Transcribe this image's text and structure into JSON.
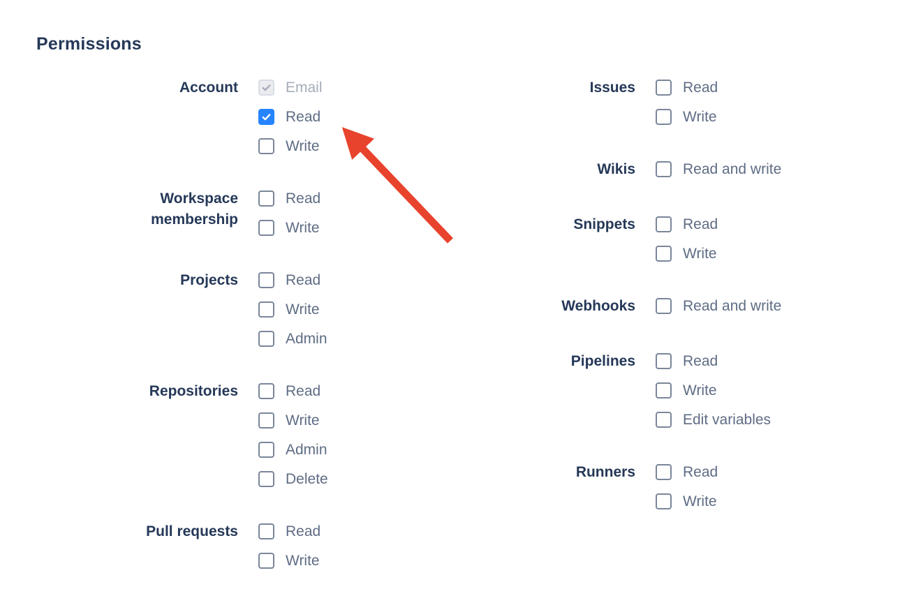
{
  "page": {
    "title": "Permissions"
  },
  "colors": {
    "heading": "#253858",
    "group_label": "#253858",
    "option_label": "#5e6c84",
    "disabled_label": "#a5adba",
    "checkbox_border": "#7a869a",
    "checkbox_checked": "#2684ff",
    "checkbox_disabled_bg": "#ebecf0",
    "arrow": "#e8432d"
  },
  "columns": [
    {
      "groups": [
        {
          "label": "Account",
          "options": [
            {
              "label": "Email",
              "state": "disabled-checked"
            },
            {
              "label": "Read",
              "state": "checked"
            },
            {
              "label": "Write",
              "state": "unchecked"
            }
          ]
        },
        {
          "label": "Workspace membership",
          "options": [
            {
              "label": "Read",
              "state": "unchecked"
            },
            {
              "label": "Write",
              "state": "unchecked"
            }
          ]
        },
        {
          "label": "Projects",
          "options": [
            {
              "label": "Read",
              "state": "unchecked"
            },
            {
              "label": "Write",
              "state": "unchecked"
            },
            {
              "label": "Admin",
              "state": "unchecked"
            }
          ]
        },
        {
          "label": "Repositories",
          "options": [
            {
              "label": "Read",
              "state": "unchecked"
            },
            {
              "label": "Write",
              "state": "unchecked"
            },
            {
              "label": "Admin",
              "state": "unchecked"
            },
            {
              "label": "Delete",
              "state": "unchecked"
            }
          ]
        },
        {
          "label": "Pull requests",
          "options": [
            {
              "label": "Read",
              "state": "unchecked"
            },
            {
              "label": "Write",
              "state": "unchecked"
            }
          ]
        }
      ]
    },
    {
      "groups": [
        {
          "label": "Issues",
          "options": [
            {
              "label": "Read",
              "state": "unchecked"
            },
            {
              "label": "Write",
              "state": "unchecked"
            }
          ]
        },
        {
          "label": "Wikis",
          "options": [
            {
              "label": "Read and write",
              "state": "unchecked"
            }
          ]
        },
        {
          "label": "Snippets",
          "options": [
            {
              "label": "Read",
              "state": "unchecked"
            },
            {
              "label": "Write",
              "state": "unchecked"
            }
          ]
        },
        {
          "label": "Webhooks",
          "options": [
            {
              "label": "Read and write",
              "state": "unchecked"
            }
          ]
        },
        {
          "label": "Pipelines",
          "options": [
            {
              "label": "Read",
              "state": "unchecked"
            },
            {
              "label": "Write",
              "state": "unchecked"
            },
            {
              "label": "Edit variables",
              "state": "unchecked"
            }
          ]
        },
        {
          "label": "Runners",
          "options": [
            {
              "label": "Read",
              "state": "unchecked"
            },
            {
              "label": "Write",
              "state": "unchecked"
            }
          ]
        }
      ]
    }
  ],
  "annotation": {
    "shape": "arrow",
    "color": "#e8432d",
    "target": "account-read-checkbox"
  }
}
